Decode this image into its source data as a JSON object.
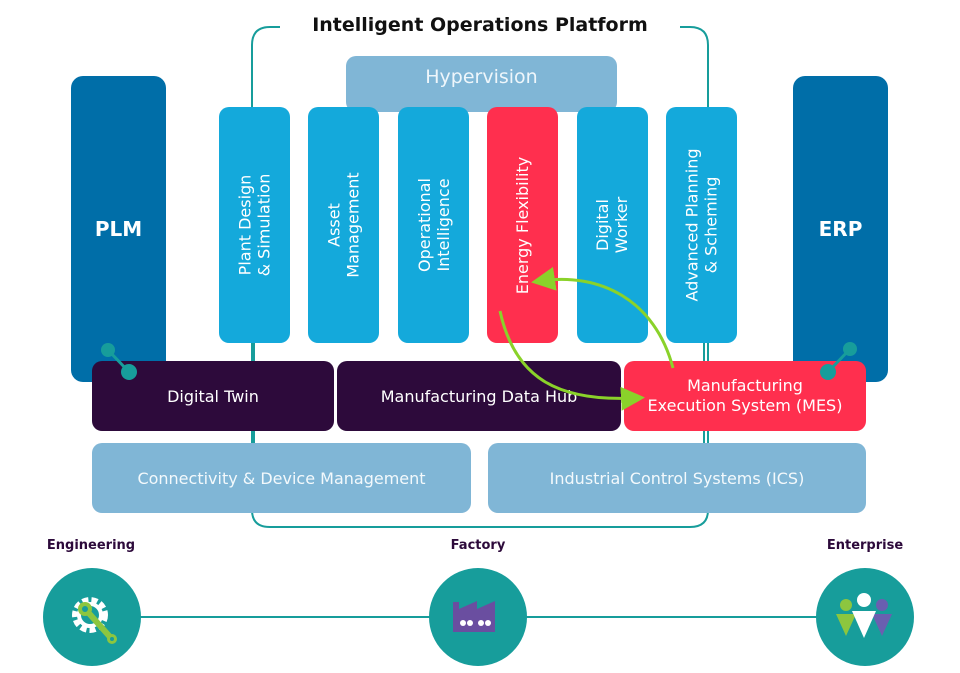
{
  "title": "Intelligent Operations Platform",
  "hypervision": "Hypervision",
  "pillars": {
    "left": "PLM",
    "right": "ERP"
  },
  "modules": [
    {
      "label": "Plant Design\n& Simulation",
      "highlight": false
    },
    {
      "label": "Asset\nManagement",
      "highlight": false
    },
    {
      "label": "Operational\nIntelligence",
      "highlight": false
    },
    {
      "label": "Energy Flexibility",
      "highlight": true
    },
    {
      "label": "Digital\nWorker",
      "highlight": false
    },
    {
      "label": "Advanced Planning\n& Scheming",
      "highlight": false
    }
  ],
  "data_layer": {
    "digital_twin": "Digital Twin",
    "data_hub": "Manufacturing Data Hub",
    "mes": "Manufacturing\nExecution System (MES)"
  },
  "base_layer": {
    "connectivity": "Connectivity & Device Management",
    "ics": "Industrial Control Systems (ICS)"
  },
  "categories": [
    {
      "label": "Engineering",
      "icon": "gear-wrench-icon"
    },
    {
      "label": "Factory",
      "icon": "factory-icon"
    },
    {
      "label": "Enterprise",
      "icon": "people-icon"
    }
  ],
  "colors": {
    "pillar": "#006ea8",
    "module": "#14a9db",
    "highlight": "#ff2f4e",
    "dark": "#2d0a3b",
    "light": "#80b6d6",
    "teal": "#179d9b",
    "arrow": "#8ad22a"
  }
}
